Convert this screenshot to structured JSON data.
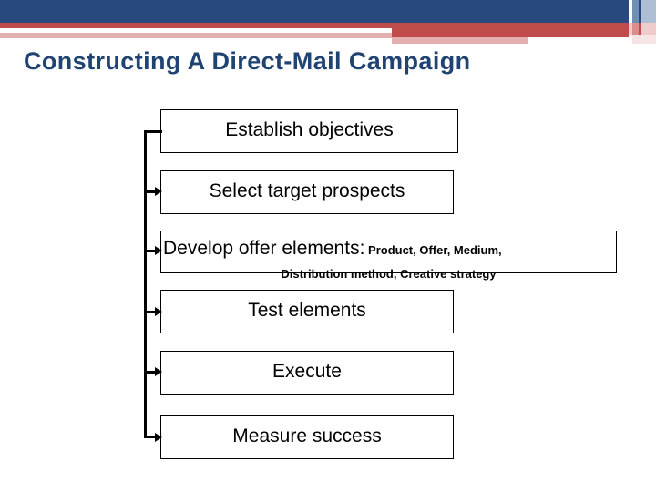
{
  "banner": {
    "navy_color": "#27497c",
    "red_color": "#bf4b4b",
    "pink_color": "#e2b0b0",
    "light_blue_color": "#aebed4"
  },
  "title": {
    "text": "Constructing A Direct-Mail Campaign",
    "color": "#1f4372"
  },
  "flowchart": {
    "type": "vertical-sequence",
    "steps": [
      {
        "id": 1,
        "label": "Establish objectives",
        "connector": "elbow",
        "has_arrowhead": false
      },
      {
        "id": 2,
        "label": "Select target prospects",
        "connector": "arrow",
        "has_arrowhead": true
      },
      {
        "id": 3,
        "label": "Develop offer elements:",
        "detail_inline": "Product, Offer, Medium,",
        "detail_second_line": "Distribution method, Creative strategy",
        "connector": "arrow",
        "has_arrowhead": true
      },
      {
        "id": 4,
        "label": "Test elements",
        "connector": "arrow",
        "has_arrowhead": true
      },
      {
        "id": 5,
        "label": "Execute",
        "connector": "arrow",
        "has_arrowhead": true
      },
      {
        "id": 6,
        "label": "Measure success",
        "connector": "elbow-arrow",
        "has_arrowhead": true
      }
    ]
  }
}
